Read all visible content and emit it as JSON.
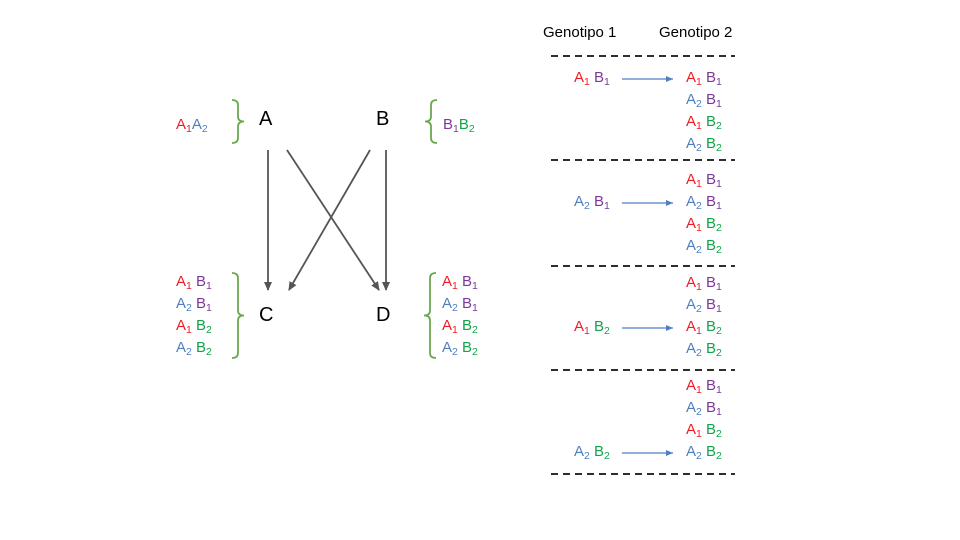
{
  "headers": {
    "genotype1": "Genotipo 1",
    "genotype2": "Genotipo 2"
  },
  "nodes": {
    "a": "A",
    "b": "B",
    "c": "C",
    "d": "D"
  },
  "colors": {
    "a1": "#ee1c25",
    "a2": "#4e7fc0",
    "b1": "#7b3a97",
    "b2": "#12a44a",
    "arrow": "#555555",
    "bracket": "#6aa84f",
    "map_arrow": "#4e7fc0"
  },
  "alleles": {
    "a1": {
      "base": "A",
      "sub": "1"
    },
    "a2": {
      "base": "A",
      "sub": "2"
    },
    "b1": {
      "base": "B",
      "sub": "1"
    },
    "b2": {
      "base": "B",
      "sub": "2"
    }
  },
  "gamete_set": [
    [
      "a1",
      "b1"
    ],
    [
      "a2",
      "b1"
    ],
    [
      "a1",
      "b2"
    ],
    [
      "a2",
      "b2"
    ]
  ],
  "parent_a_genotype": [
    "a1",
    "a2"
  ],
  "parent_b_genotype": [
    "b1",
    "b2"
  ],
  "genotype_map": [
    {
      "source": [
        "a1",
        "b1"
      ],
      "targets": [
        [
          "a1",
          "b1"
        ],
        [
          "a2",
          "b1"
        ],
        [
          "a1",
          "b2"
        ],
        [
          "a2",
          "b2"
        ]
      ]
    },
    {
      "source": [
        "a2",
        "b1"
      ],
      "targets": [
        [
          "a1",
          "b1"
        ],
        [
          "a2",
          "b1"
        ],
        [
          "a1",
          "b2"
        ],
        [
          "a2",
          "b2"
        ]
      ]
    },
    {
      "source": [
        "a1",
        "b2"
      ],
      "targets": [
        [
          "a1",
          "b1"
        ],
        [
          "a2",
          "b1"
        ],
        [
          "a1",
          "b2"
        ],
        [
          "a2",
          "b2"
        ]
      ]
    },
    {
      "source": [
        "a2",
        "b2"
      ],
      "targets": [
        [
          "a1",
          "b1"
        ],
        [
          "a2",
          "b1"
        ],
        [
          "a1",
          "b2"
        ],
        [
          "a2",
          "b2"
        ]
      ]
    }
  ]
}
